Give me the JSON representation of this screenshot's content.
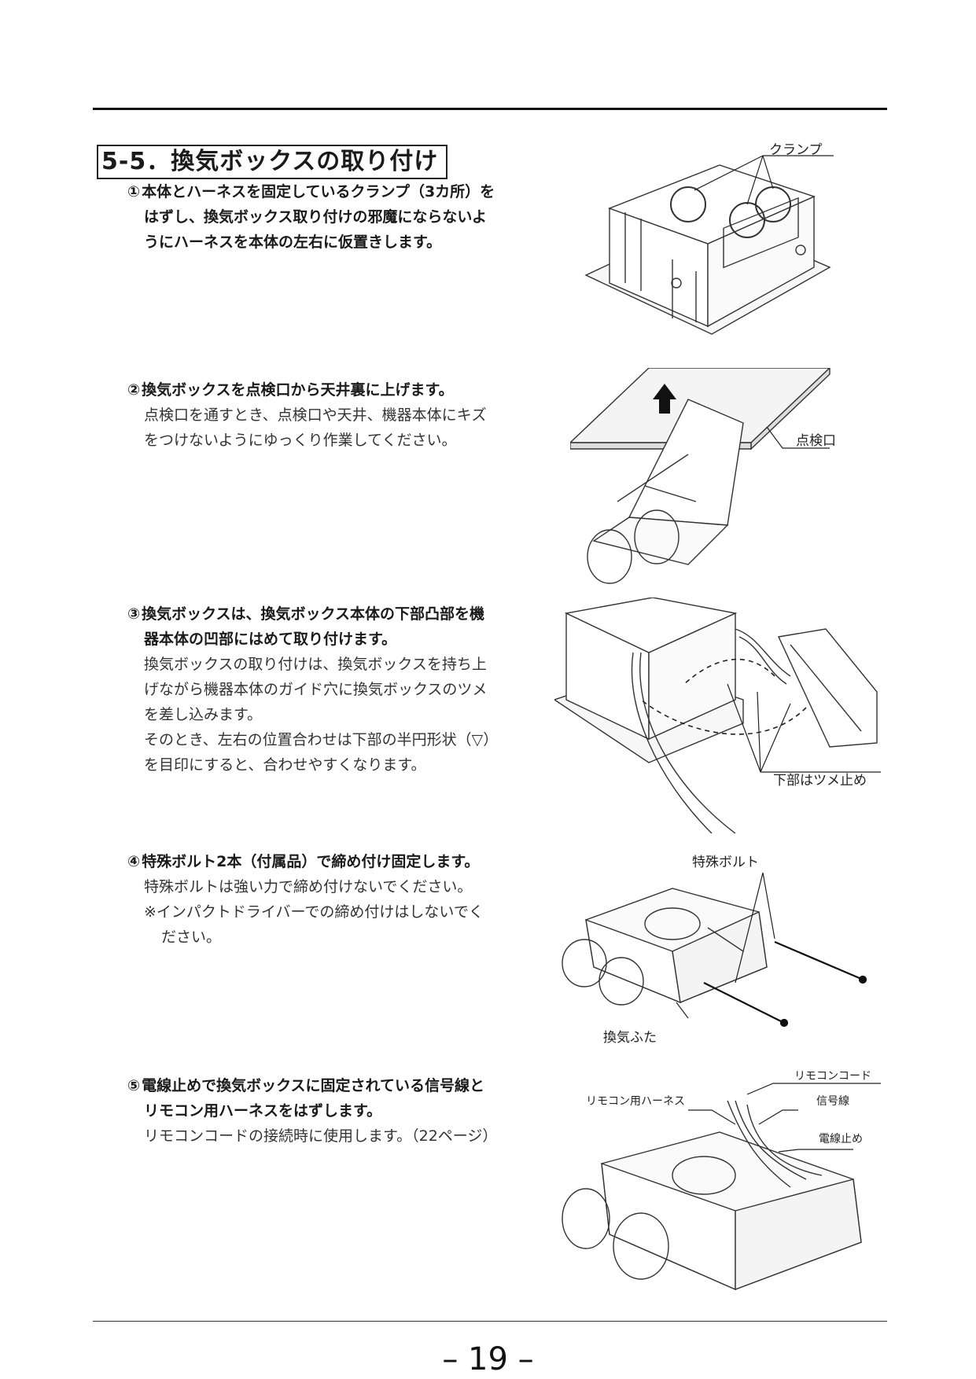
{
  "section": {
    "title": "5-5．換気ボックスの取り付け"
  },
  "steps": [
    {
      "num": "①",
      "lead_lines": [
        "本体とハーネスを固定しているクランプ（3カ所）を",
        "はずし、換気ボックス取り付けの邪魔にならないよ",
        "うにハーネスを本体の左右に仮置きします。"
      ],
      "body_lines": []
    },
    {
      "num": "②",
      "lead_lines": [
        "換気ボックスを点検口から天井裏に上げます。"
      ],
      "body_lines": [
        "点検口を通すとき、点検口や天井、機器本体にキズ",
        "をつけないようにゆっくり作業してください。"
      ]
    },
    {
      "num": "③",
      "lead_lines": [
        "換気ボックスは、換気ボックス本体の下部凸部を機",
        "器本体の凹部にはめて取り付けます。"
      ],
      "body_lines": [
        "換気ボックスの取り付けは、換気ボックスを持ち上",
        "げながら機器本体のガイド穴に換気ボックスのツメ",
        "を差し込みます。",
        "そのとき、左右の位置合わせは下部の半円形状（▽）",
        "を目印にすると、合わせやすくなります。"
      ]
    },
    {
      "num": "④",
      "lead_lines": [
        "特殊ボルト2本（付属品）で締め付け固定します。"
      ],
      "body_lines": [
        "特殊ボルトは強い力で締め付けないでください。"
      ],
      "note_lines": [
        "※インパクトドライバーでの締め付けはしないでく",
        "ださい。"
      ]
    },
    {
      "num": "⑤",
      "lead_lines": [
        "電線止めで換気ボックスに固定されている信号線と",
        "リモコン用ハーネスをはずします。"
      ],
      "body_lines": [
        "リモコンコードの接続時に使用します。（22ページ）"
      ]
    }
  ],
  "figures": {
    "fig1": {
      "callouts": [
        "クランプ"
      ]
    },
    "fig2": {
      "callouts": [
        "点検口"
      ]
    },
    "fig3": {
      "callouts": [
        "下部はツメ止め"
      ]
    },
    "fig4": {
      "callouts": [
        "特殊ボルト",
        "換気ふた"
      ]
    },
    "fig5": {
      "callouts": [
        "リモコンコード",
        "リモコン用ハーネス",
        "信号線",
        "電線止め"
      ]
    }
  },
  "footer": {
    "page_number": "– 19 –"
  }
}
